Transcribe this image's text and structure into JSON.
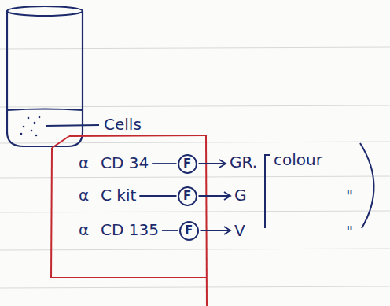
{
  "diagram": {
    "nodes": [
      {
        "text": [
          "F"
        ]
      },
      {
        "text": [
          "F"
        ]
      },
      {
        "text": [
          "F"
        ]
      }
    ],
    "labels": [
      "Cells",
      "α",
      "CD 34",
      "GR.",
      "colour",
      "α",
      "C kit",
      "G",
      "\"",
      "α",
      "CD 135",
      "V",
      "\""
    ]
  }
}
